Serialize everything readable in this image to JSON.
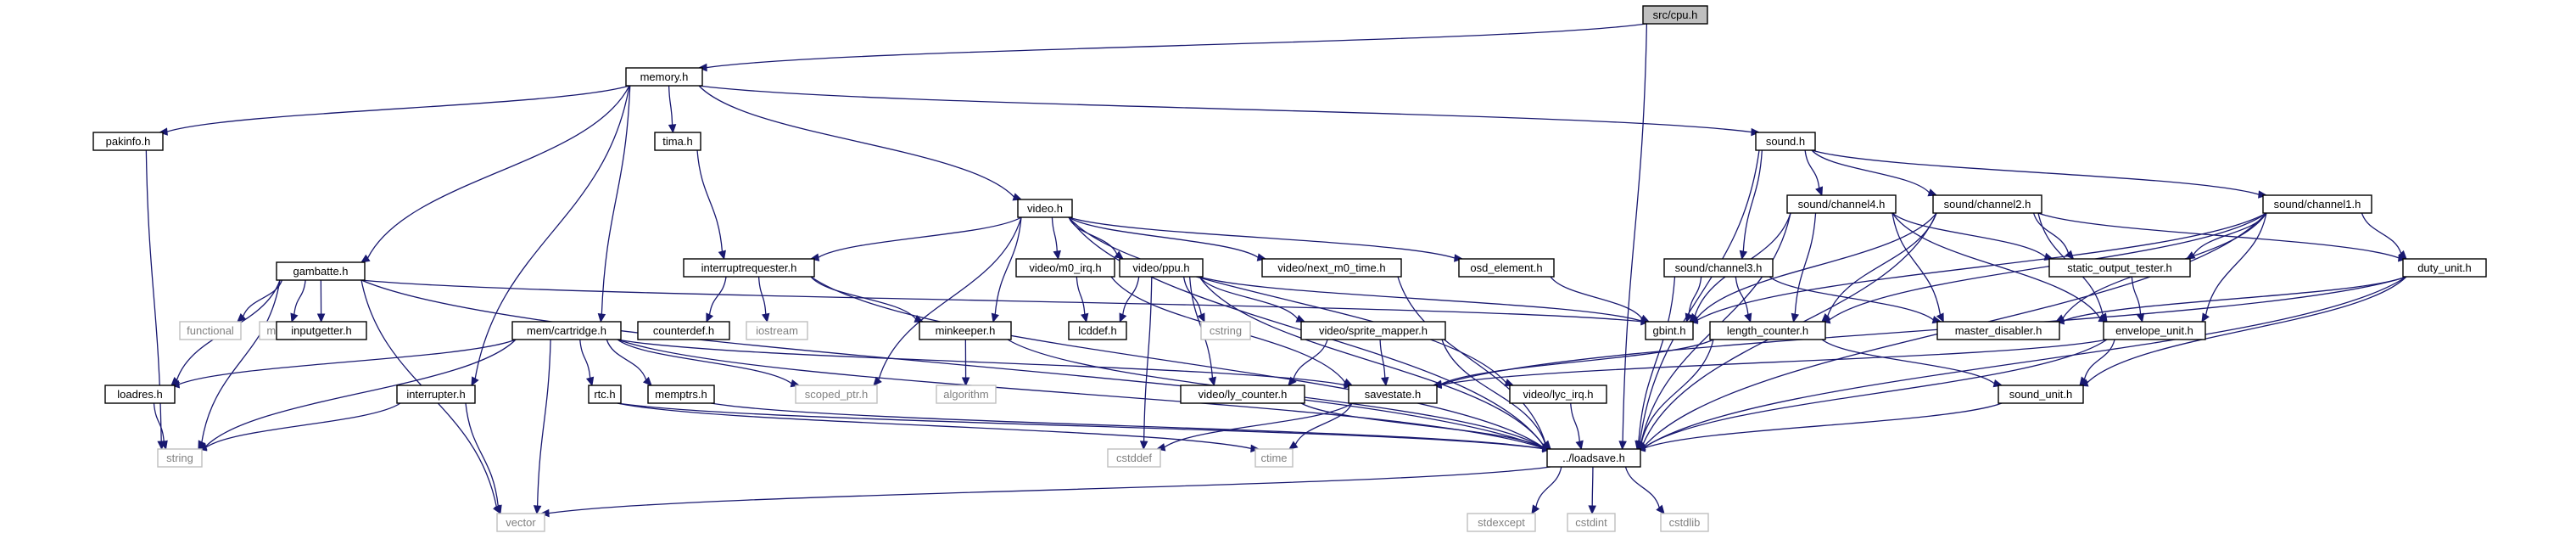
{
  "nodes": [
    {
      "id": "cpu",
      "label": "src/cpu.h",
      "kind": "root"
    },
    {
      "id": "memory",
      "label": "memory.h",
      "kind": "header"
    },
    {
      "id": "pakinfo",
      "label": "pakinfo.h",
      "kind": "header"
    },
    {
      "id": "tima",
      "label": "tima.h",
      "kind": "header"
    },
    {
      "id": "sound",
      "label": "sound.h",
      "kind": "header"
    },
    {
      "id": "video",
      "label": "video.h",
      "kind": "header"
    },
    {
      "id": "gambatte",
      "label": "gambatte.h",
      "kind": "header"
    },
    {
      "id": "interruptrequester",
      "label": "interruptrequester.h",
      "kind": "header"
    },
    {
      "id": "video_m0_irq",
      "label": "video/m0_irq.h",
      "kind": "header"
    },
    {
      "id": "video_ppu",
      "label": "video/ppu.h",
      "kind": "header"
    },
    {
      "id": "video_next_m0_time",
      "label": "video/next_m0_time.h",
      "kind": "header"
    },
    {
      "id": "osd_element",
      "label": "osd_element.h",
      "kind": "header"
    },
    {
      "id": "sound_channel4",
      "label": "sound/channel4.h",
      "kind": "header"
    },
    {
      "id": "sound_channel2",
      "label": "sound/channel2.h",
      "kind": "header"
    },
    {
      "id": "sound_channel1",
      "label": "sound/channel1.h",
      "kind": "header"
    },
    {
      "id": "sound_channel3",
      "label": "sound/channel3.h",
      "kind": "header"
    },
    {
      "id": "static_output_tester",
      "label": "static_output_tester.h",
      "kind": "header"
    },
    {
      "id": "duty_unit",
      "label": "duty_unit.h",
      "kind": "header"
    },
    {
      "id": "functional",
      "label": "functional",
      "kind": "system"
    },
    {
      "id": "map",
      "label": "map",
      "kind": "system"
    },
    {
      "id": "inputgetter",
      "label": "inputgetter.h",
      "kind": "header"
    },
    {
      "id": "mem_cartridge",
      "label": "mem/cartridge.h",
      "kind": "header"
    },
    {
      "id": "counterdef",
      "label": "counterdef.h",
      "kind": "header"
    },
    {
      "id": "iostream",
      "label": "iostream",
      "kind": "system"
    },
    {
      "id": "minkeeper",
      "label": "minkeeper.h",
      "kind": "header"
    },
    {
      "id": "lcddef",
      "label": "lcddef.h",
      "kind": "header"
    },
    {
      "id": "cstring",
      "label": "cstring",
      "kind": "system"
    },
    {
      "id": "video_sprite_mapper",
      "label": "video/sprite_mapper.h",
      "kind": "header"
    },
    {
      "id": "gbint",
      "label": "gbint.h",
      "kind": "header"
    },
    {
      "id": "length_counter",
      "label": "length_counter.h",
      "kind": "header"
    },
    {
      "id": "master_disabler",
      "label": "master_disabler.h",
      "kind": "header"
    },
    {
      "id": "envelope_unit",
      "label": "envelope_unit.h",
      "kind": "header"
    },
    {
      "id": "loadres",
      "label": "loadres.h",
      "kind": "header"
    },
    {
      "id": "interrupter",
      "label": "interrupter.h",
      "kind": "header"
    },
    {
      "id": "rtc",
      "label": "rtc.h",
      "kind": "header"
    },
    {
      "id": "memptrs",
      "label": "memptrs.h",
      "kind": "header"
    },
    {
      "id": "scoped_ptr",
      "label": "scoped_ptr.h",
      "kind": "system"
    },
    {
      "id": "algorithm",
      "label": "algorithm",
      "kind": "system"
    },
    {
      "id": "video_ly_counter",
      "label": "video/ly_counter.h",
      "kind": "header"
    },
    {
      "id": "savestate",
      "label": "savestate.h",
      "kind": "header"
    },
    {
      "id": "video_lyc_irq",
      "label": "video/lyc_irq.h",
      "kind": "header"
    },
    {
      "id": "sound_unit",
      "label": "sound_unit.h",
      "kind": "header"
    },
    {
      "id": "string",
      "label": "string",
      "kind": "system"
    },
    {
      "id": "cstddef",
      "label": "cstddef",
      "kind": "system"
    },
    {
      "id": "ctime",
      "label": "ctime",
      "kind": "system"
    },
    {
      "id": "loadsave",
      "label": "../loadsave.h",
      "kind": "header"
    },
    {
      "id": "vector",
      "label": "vector",
      "kind": "system"
    },
    {
      "id": "stdexcept",
      "label": "stdexcept",
      "kind": "system"
    },
    {
      "id": "cstdint",
      "label": "cstdint",
      "kind": "system"
    },
    {
      "id": "cstdlib",
      "label": "cstdlib",
      "kind": "system"
    }
  ],
  "edges": [
    [
      "cpu",
      "memory"
    ],
    [
      "cpu",
      "loadsave"
    ],
    [
      "memory",
      "pakinfo"
    ],
    [
      "memory",
      "gambatte"
    ],
    [
      "memory",
      "interrupter"
    ],
    [
      "memory",
      "mem_cartridge"
    ],
    [
      "memory",
      "tima"
    ],
    [
      "memory",
      "video"
    ],
    [
      "memory",
      "sound"
    ],
    [
      "pakinfo",
      "string"
    ],
    [
      "tima",
      "interruptrequester"
    ],
    [
      "video",
      "interruptrequester"
    ],
    [
      "video",
      "minkeeper"
    ],
    [
      "video",
      "scoped_ptr"
    ],
    [
      "video",
      "video_m0_irq"
    ],
    [
      "video",
      "video_ppu"
    ],
    [
      "video",
      "video_next_m0_time"
    ],
    [
      "video",
      "osd_element"
    ],
    [
      "video",
      "video_lyc_irq"
    ],
    [
      "video",
      "loadsave"
    ],
    [
      "sound",
      "sound_channel3"
    ],
    [
      "sound",
      "sound_channel4"
    ],
    [
      "sound",
      "sound_channel2"
    ],
    [
      "sound",
      "sound_channel1"
    ],
    [
      "sound",
      "loadsave"
    ],
    [
      "gambatte",
      "functional"
    ],
    [
      "gambatte",
      "map"
    ],
    [
      "gambatte",
      "inputgetter"
    ],
    [
      "gambatte",
      "loadres"
    ],
    [
      "gambatte",
      "string"
    ],
    [
      "gambatte",
      "vector"
    ],
    [
      "gambatte",
      "gbint"
    ],
    [
      "gambatte",
      "loadsave"
    ],
    [
      "interruptrequester",
      "counterdef"
    ],
    [
      "interruptrequester",
      "iostream"
    ],
    [
      "interruptrequester",
      "minkeeper"
    ],
    [
      "interruptrequester",
      "loadsave"
    ],
    [
      "video_m0_irq",
      "lcddef"
    ],
    [
      "video_m0_irq",
      "savestate"
    ],
    [
      "video_ppu",
      "lcddef"
    ],
    [
      "video_ppu",
      "cstring"
    ],
    [
      "video_ppu",
      "video_sprite_mapper"
    ],
    [
      "video_ppu",
      "video_ly_counter"
    ],
    [
      "video_ppu",
      "gbint"
    ],
    [
      "video_ppu",
      "cstddef"
    ],
    [
      "video_ppu",
      "loadsave"
    ],
    [
      "video_next_m0_time",
      "loadsave"
    ],
    [
      "osd_element",
      "gbint"
    ],
    [
      "sound_channel4",
      "gbint"
    ],
    [
      "sound_channel4",
      "length_counter"
    ],
    [
      "sound_channel4",
      "master_disabler"
    ],
    [
      "sound_channel4",
      "static_output_tester"
    ],
    [
      "sound_channel4",
      "envelope_unit"
    ],
    [
      "sound_channel4",
      "loadsave"
    ],
    [
      "sound_channel2",
      "gbint"
    ],
    [
      "sound_channel2",
      "length_counter"
    ],
    [
      "sound_channel2",
      "static_output_tester"
    ],
    [
      "sound_channel2",
      "duty_unit"
    ],
    [
      "sound_channel2",
      "envelope_unit"
    ],
    [
      "sound_channel2",
      "loadsave"
    ],
    [
      "sound_channel1",
      "static_output_tester"
    ],
    [
      "sound_channel1",
      "duty_unit"
    ],
    [
      "sound_channel1",
      "gbint"
    ],
    [
      "sound_channel1",
      "length_counter"
    ],
    [
      "sound_channel1",
      "master_disabler"
    ],
    [
      "sound_channel1",
      "envelope_unit"
    ],
    [
      "sound_channel1",
      "loadsave"
    ],
    [
      "sound_channel3",
      "gbint"
    ],
    [
      "sound_channel3",
      "length_counter"
    ],
    [
      "sound_channel3",
      "master_disabler"
    ],
    [
      "sound_channel3",
      "loadsave"
    ],
    [
      "static_output_tester",
      "envelope_unit"
    ],
    [
      "duty_unit",
      "master_disabler"
    ],
    [
      "duty_unit",
      "savestate"
    ],
    [
      "duty_unit",
      "sound_unit"
    ],
    [
      "duty_unit",
      "loadsave"
    ],
    [
      "mem_cartridge",
      "loadres"
    ],
    [
      "mem_cartridge",
      "string"
    ],
    [
      "mem_cartridge",
      "vector"
    ],
    [
      "mem_cartridge",
      "rtc"
    ],
    [
      "mem_cartridge",
      "memptrs"
    ],
    [
      "mem_cartridge",
      "scoped_ptr"
    ],
    [
      "mem_cartridge",
      "savestate"
    ],
    [
      "mem_cartridge",
      "loadsave"
    ],
    [
      "minkeeper",
      "algorithm"
    ],
    [
      "minkeeper",
      "loadsave"
    ],
    [
      "video_sprite_mapper",
      "video_ly_counter"
    ],
    [
      "video_sprite_mapper",
      "savestate"
    ],
    [
      "video_sprite_mapper",
      "loadsave"
    ],
    [
      "length_counter",
      "savestate"
    ],
    [
      "length_counter",
      "sound_unit"
    ],
    [
      "length_counter",
      "loadsave"
    ],
    [
      "envelope_unit",
      "savestate"
    ],
    [
      "envelope_unit",
      "sound_unit"
    ],
    [
      "envelope_unit",
      "loadsave"
    ],
    [
      "loadres",
      "string"
    ],
    [
      "interrupter",
      "string"
    ],
    [
      "interrupter",
      "vector"
    ],
    [
      "rtc",
      "ctime"
    ],
    [
      "rtc",
      "loadsave"
    ],
    [
      "memptrs",
      "loadsave"
    ],
    [
      "video_ly_counter",
      "loadsave"
    ],
    [
      "savestate",
      "cstddef"
    ],
    [
      "savestate",
      "ctime"
    ],
    [
      "video_lyc_irq",
      "loadsave"
    ],
    [
      "sound_unit",
      "loadsave"
    ],
    [
      "loadsave",
      "vector"
    ],
    [
      "loadsave",
      "stdexcept"
    ],
    [
      "loadsave",
      "cstdint"
    ],
    [
      "loadsave",
      "cstdlib"
    ]
  ]
}
